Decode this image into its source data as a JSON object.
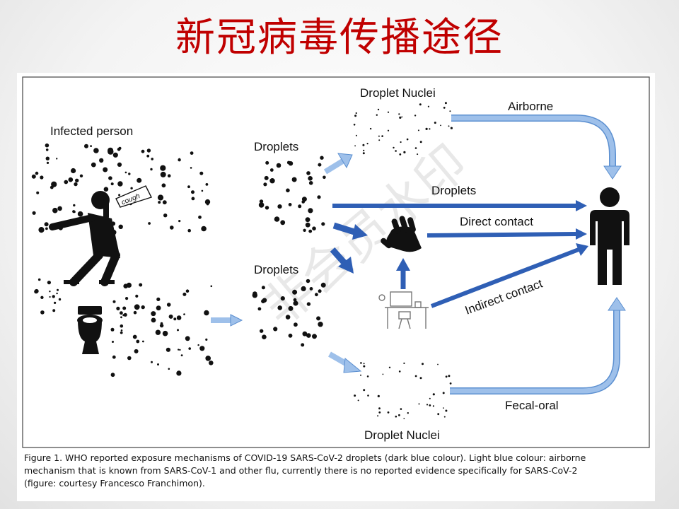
{
  "slide": {
    "title": "新冠病毒传播途径"
  },
  "diagram": {
    "labels": {
      "infected_person": "Infected person",
      "cough": "cough",
      "droplets_top": "Droplets",
      "droplets_bottom": "Droplets",
      "droplet_nuclei_top": "Droplet Nuclei",
      "droplet_nuclei_bottom": "Droplet Nuclei",
      "airborne": "Airborne",
      "droplets_route": "Droplets",
      "direct_contact": "Direct contact",
      "indirect_contact": "Indirect contact",
      "fecal_oral": "Fecal-oral"
    },
    "icons": [
      "coughing-person-icon",
      "toilet-icon",
      "hand-icon",
      "desk-icon",
      "standing-person-icon"
    ],
    "colors": {
      "dark_blue": "#2f5fb5",
      "light_blue": "#9ec0ea",
      "light_blue_stroke": "#5b8fd0"
    }
  },
  "caption": {
    "line1": "Figure 1. WHO reported exposure mechanisms of COVID-19 SARS-CoV-2 droplets (dark blue colour). Light blue colour: airborne",
    "line2": "mechanism that is known from SARS-CoV-1 and other flu, currently there is no reported evidence specifically for SARS-CoV-2",
    "line3": "(figure: courtesy Francesco Franchimon)."
  }
}
